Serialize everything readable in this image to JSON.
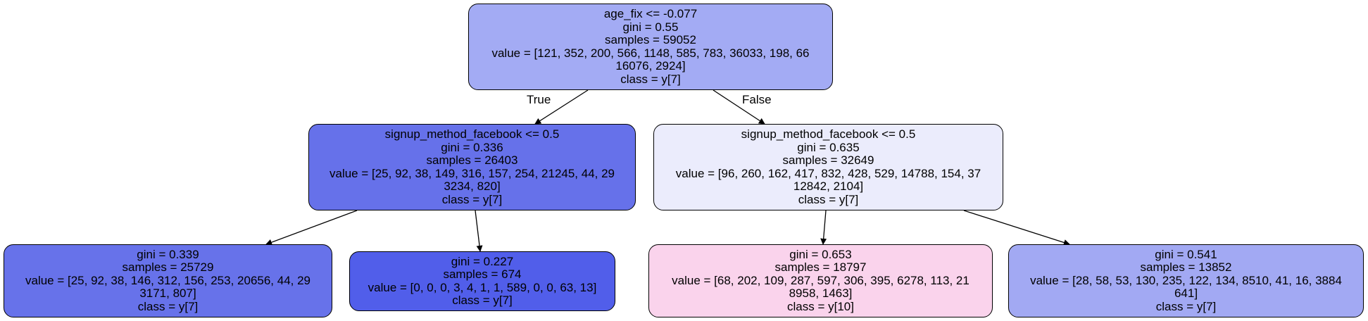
{
  "tree": {
    "nodes": [
      {
        "id": "root",
        "fill": "#a3abf4",
        "lines": [
          "age_fix <= -0.077",
          "gini = 0.55",
          "samples = 59052",
          "value = [121, 352, 200, 566, 1148, 585, 783, 36033, 198, 66",
          "16076, 2924]",
          "class = y[7]"
        ]
      },
      {
        "id": "left",
        "fill": "#6671ea",
        "lines": [
          "signup_method_facebook <= 0.5",
          "gini = 0.336",
          "samples = 26403",
          "value = [25, 92, 38, 149, 316, 157, 254, 21245, 44, 29",
          "3234, 820]",
          "class = y[7]"
        ]
      },
      {
        "id": "right",
        "fill": "#ebecfc",
        "lines": [
          "signup_method_facebook <= 0.5",
          "gini = 0.635",
          "samples = 32649",
          "value = [96, 260, 162, 417, 832, 428, 529, 14788, 154, 37",
          "12842, 2104]",
          "class = y[7]"
        ]
      },
      {
        "id": "ll",
        "fill": "#6772ea",
        "lines": [
          "gini = 0.339",
          "samples = 25729",
          "value = [25, 92, 38, 146, 312, 156, 253, 20656, 44, 29",
          "3171, 807]",
          "class = y[7]"
        ]
      },
      {
        "id": "lr",
        "fill": "#515eea",
        "lines": [
          "gini = 0.227",
          "samples = 674",
          "value = [0, 0, 0, 3, 4, 1, 1, 589, 0, 0, 63, 13]",
          "class = y[7]"
        ]
      },
      {
        "id": "rl",
        "fill": "#fad3ec",
        "lines": [
          "gini = 0.653",
          "samples = 18797",
          "value = [68, 202, 109, 287, 597, 306, 395, 6278, 113, 21",
          "8958, 1463]",
          "class = y[10]"
        ]
      },
      {
        "id": "rr",
        "fill": "#a2a9f3",
        "lines": [
          "gini = 0.541",
          "samples = 13852",
          "value = [28, 58, 53, 130, 235, 122, 134, 8510, 41, 16, 3884",
          "641]",
          "class = y[7]"
        ]
      }
    ],
    "edges": [
      {
        "from": "root",
        "to": "left"
      },
      {
        "from": "root",
        "to": "right"
      },
      {
        "from": "left",
        "to": "ll"
      },
      {
        "from": "left",
        "to": "lr"
      },
      {
        "from": "right",
        "to": "rl"
      },
      {
        "from": "right",
        "to": "rr"
      }
    ],
    "edge_labels": {
      "true_label": "True",
      "false_label": "False"
    },
    "colors": {
      "edge_stroke": "#000000",
      "node_border": "#000000"
    }
  }
}
